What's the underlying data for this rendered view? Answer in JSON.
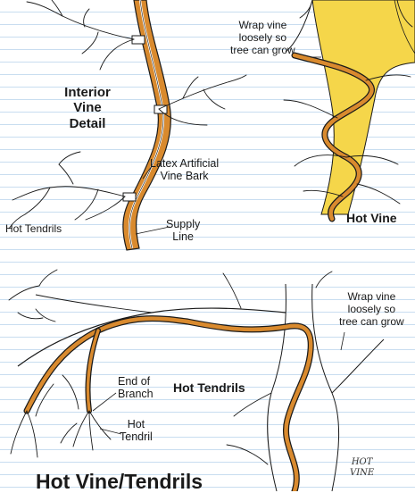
{
  "labels": {
    "interior_vine_detail": [
      "Interior",
      "Vine",
      "Detail"
    ],
    "latex_bark": [
      "Latex Artificial",
      "Vine Bark"
    ],
    "supply_line": [
      "Supply",
      "Line"
    ],
    "hot_tendrils_top": "Hot Tendrils",
    "wrap_vine_top": [
      "Wrap vine",
      "loosely so",
      "tree can grow"
    ],
    "hot_vine": "Hot Vine",
    "wrap_vine_bottom": [
      "Wrap vine",
      "loosely so",
      "tree can grow"
    ],
    "end_of_branch": [
      "End of",
      "Branch"
    ],
    "hot_tendrils_bottom": "Hot Tendrils",
    "hot_tendril": [
      "Hot",
      "Tendril"
    ],
    "handwritten_note": [
      "HOT",
      "VINE"
    ],
    "main_title": "Hot Vine/Tendrils"
  },
  "colors": {
    "vine_orange": "#d98a2e",
    "tree_yellow": "#f5d64a",
    "ink": "#1a1a1a",
    "ruled_line": "#c8ddf0"
  }
}
